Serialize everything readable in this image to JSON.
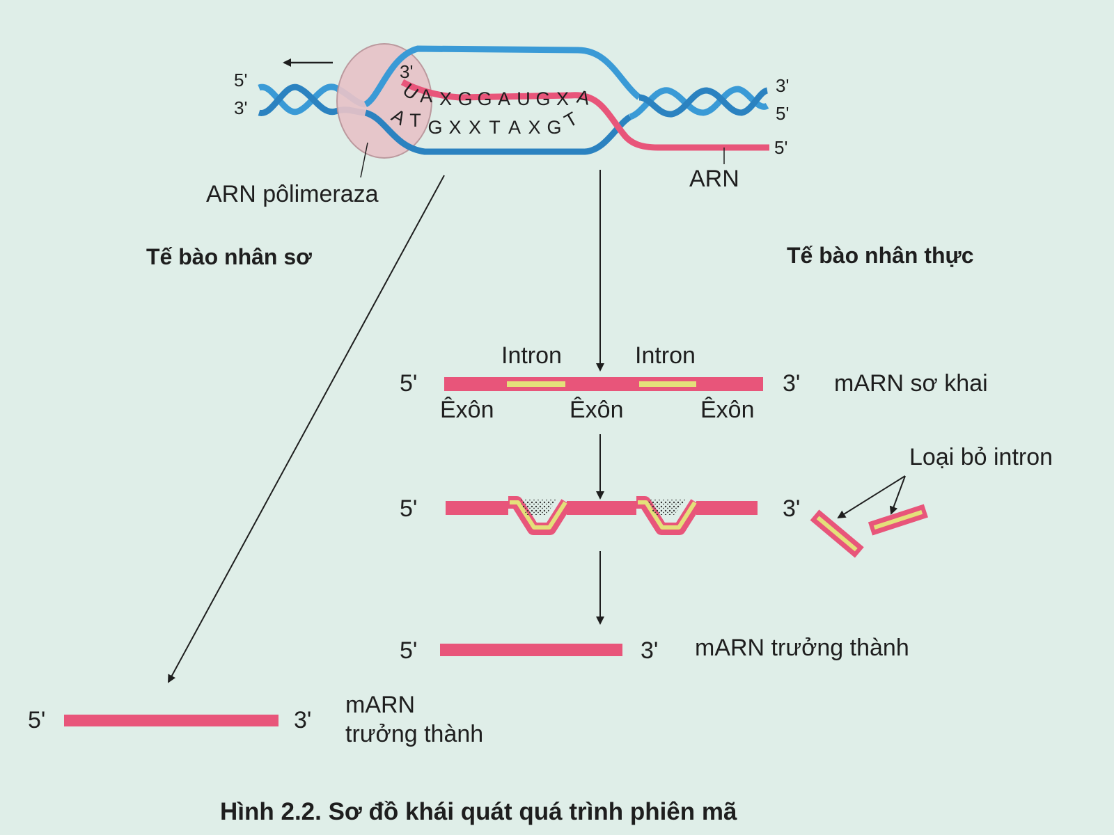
{
  "colors": {
    "background": "#dfeee8",
    "dna_strand": "#3a9ad6",
    "rna_strand": "#e8557a",
    "intron": "#e4e07a",
    "polymerase": "#e7c3c8"
  },
  "transcription": {
    "dna_top_left": "5'",
    "dna_bottom_left": "3'",
    "rna_start": "3'",
    "dna_top_right": "3'",
    "dna_bottom_right": "5'",
    "rna_end": "5'",
    "rna_sequence": [
      "U",
      "A",
      "X",
      "G",
      "G",
      "A",
      "U",
      "G",
      "X",
      "A"
    ],
    "dna_sequence": [
      "A",
      "T",
      "G",
      "X",
      "X",
      "T",
      "A",
      "X",
      "G",
      "T"
    ],
    "polymerase_label": "ARN pôlimeraza",
    "rna_label": "ARN",
    "direction_icon": "arrow-left-icon"
  },
  "prokaryote": {
    "heading": "Tế bào nhân sơ",
    "end5": "5'",
    "end3": "3'",
    "mature_label_line1": "mARN",
    "mature_label_line2": "trưởng thành"
  },
  "eukaryote": {
    "heading": "Tế bào nhân thực",
    "primary": {
      "end5": "5'",
      "end3": "3'",
      "label": "mARN sơ khai",
      "introns": [
        "Intron",
        "Intron"
      ],
      "exons": [
        "Êxôn",
        "Êxôn",
        "Êxôn"
      ]
    },
    "splicing": {
      "end5": "5'",
      "end3": "3'",
      "label": "Loại bỏ intron"
    },
    "mature": {
      "end5": "5'",
      "end3": "3'",
      "label": "mARN trưởng thành"
    }
  },
  "caption": "Hình 2.2. Sơ đồ khái quát quá trình phiên mã"
}
